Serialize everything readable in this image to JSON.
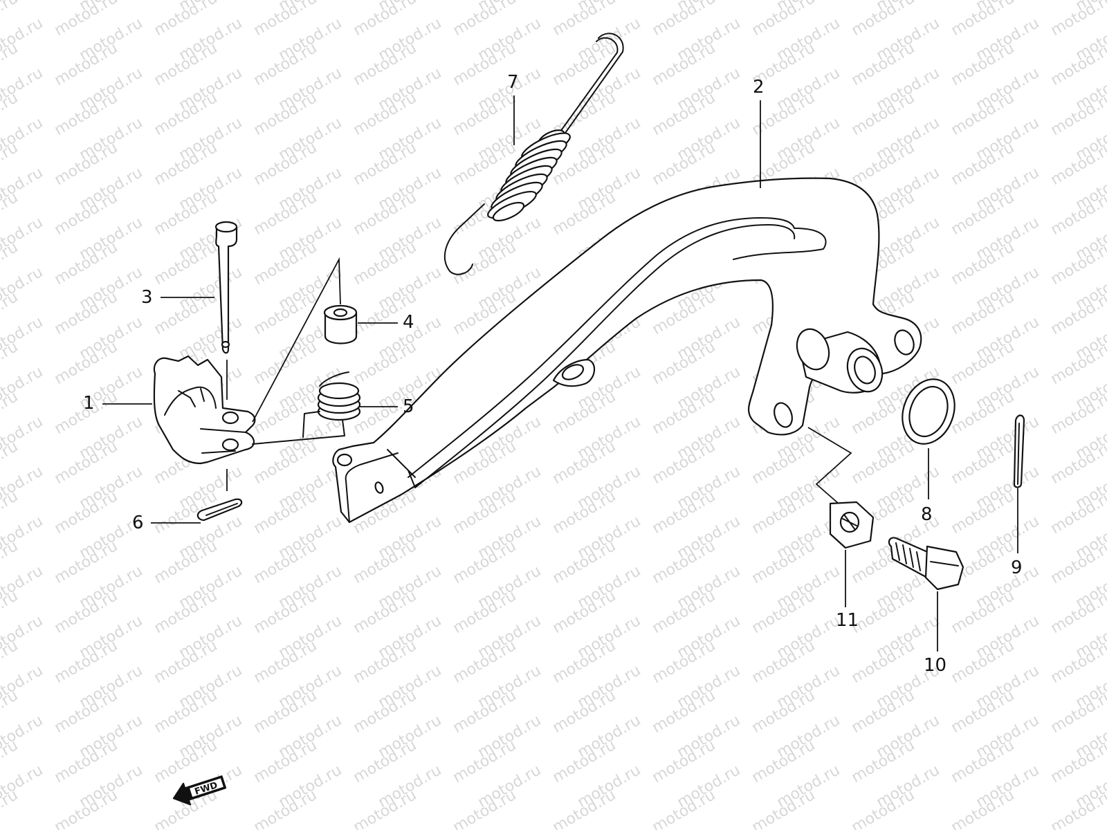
{
  "watermark": "motod.ru",
  "callouts": [
    {
      "id": "1",
      "label": "1"
    },
    {
      "id": "2",
      "label": "2"
    },
    {
      "id": "3",
      "label": "3"
    },
    {
      "id": "4",
      "label": "4"
    },
    {
      "id": "5",
      "label": "5"
    },
    {
      "id": "6",
      "label": "6"
    },
    {
      "id": "7",
      "label": "7"
    },
    {
      "id": "8",
      "label": "8"
    },
    {
      "id": "9",
      "label": "9"
    },
    {
      "id": "10",
      "label": "10"
    },
    {
      "id": "11",
      "label": "11"
    }
  ],
  "direction_marker": {
    "label": "FWD",
    "icon": "arrow-left-icon"
  },
  "colors": {
    "line": "#111111",
    "watermark": "#d7d7d7",
    "background": "#ffffff"
  }
}
